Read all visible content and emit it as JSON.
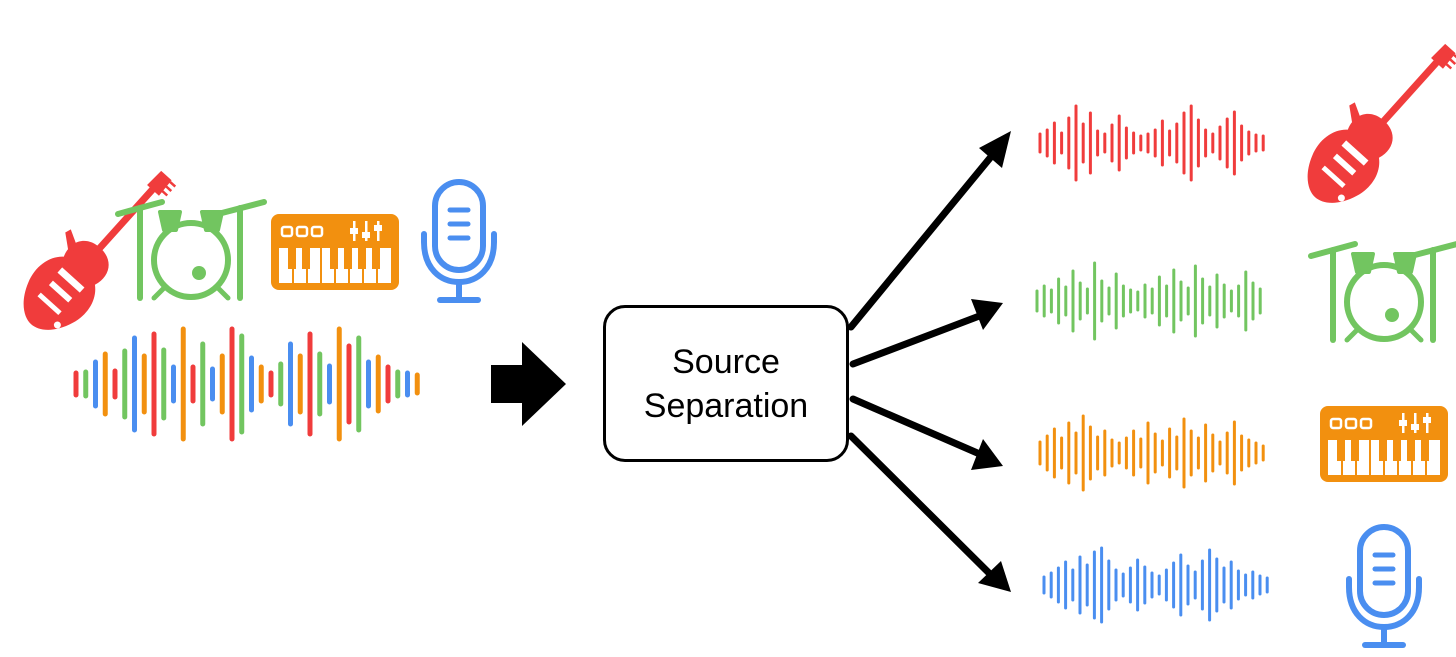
{
  "process": {
    "label_line1": "Source",
    "label_line2": "Separation"
  },
  "colors": {
    "guitar": "#f03c3c",
    "drums": "#72c560",
    "keyboard": "#f2900f",
    "vocals": "#4a8ef0",
    "arrow": "#000000"
  },
  "sources": [
    {
      "name": "guitar",
      "icon": "electric-guitar-icon",
      "color": "#f03c3c"
    },
    {
      "name": "drums",
      "icon": "drum-kit-icon",
      "color": "#72c560"
    },
    {
      "name": "keyboard",
      "icon": "keyboard-synth-icon",
      "color": "#f2900f"
    },
    {
      "name": "vocals",
      "icon": "microphone-icon",
      "color": "#4a8ef0"
    }
  ],
  "mixture": {
    "icon": "mixed-waveform-icon",
    "color_cycle": [
      "#f03c3c",
      "#72c560",
      "#4a8ef0",
      "#f2900f"
    ]
  },
  "outputs": [
    {
      "name": "guitar",
      "waveform": "guitar-waveform",
      "icon": "electric-guitar-icon",
      "color": "#f03c3c"
    },
    {
      "name": "drums",
      "waveform": "drums-waveform",
      "icon": "drum-kit-icon",
      "color": "#72c560"
    },
    {
      "name": "keyboard",
      "waveform": "keyboard-waveform",
      "icon": "keyboard-synth-icon",
      "color": "#f2900f"
    },
    {
      "name": "vocals",
      "waveform": "vocals-waveform",
      "icon": "microphone-icon",
      "color": "#4a8ef0"
    }
  ]
}
